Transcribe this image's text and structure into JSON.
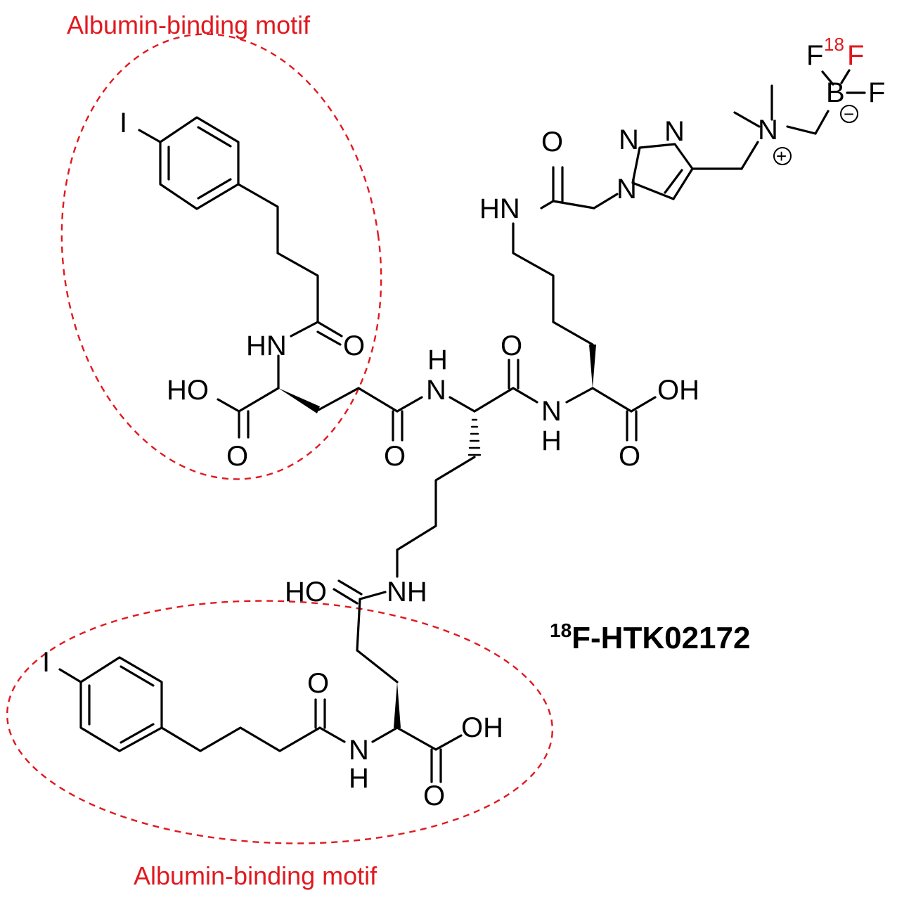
{
  "compound_name": "F-HTK02172",
  "compound_isotope": "18",
  "motif_labels": {
    "top": "Albumin-binding motif",
    "bottom": "Albumin-binding motif"
  },
  "atoms": {
    "iodo_top": "I",
    "iodo_bottom": "I",
    "nh_amide_top": "HN",
    "o_amide_top": "O",
    "oh_acid_left": "HO",
    "o_acid_left": "O",
    "o_amide_mid": "O",
    "n_amide_mid": "N",
    "h_amide_mid": "H",
    "o_amide_center": "O",
    "n_amide_right": "N",
    "h_amide_right": "H",
    "oh_acid_right": "OH",
    "o_acid_right": "O",
    "nh_amide_upper": "HN",
    "o_amide_upper": "O",
    "n_triazole_1": "N",
    "n_triazole_2": "N",
    "n_triazole_3": "N",
    "n_ammonium": "N",
    "boron": "B",
    "f_1": "F",
    "f_18_mass": "18",
    "f_18": "F",
    "f_3": "F",
    "ho_lower": "HO",
    "nh_lower": "NH",
    "o_amide_bottom": "O",
    "n_amide_bottom": "N",
    "h_amide_bottom": "H",
    "oh_acid_bottom": "OH",
    "o_acid_bottom": "O"
  },
  "charges": {
    "ammonium": "+",
    "borate": "−"
  },
  "colors": {
    "motif": "#e0191f",
    "bond": "#000000"
  }
}
